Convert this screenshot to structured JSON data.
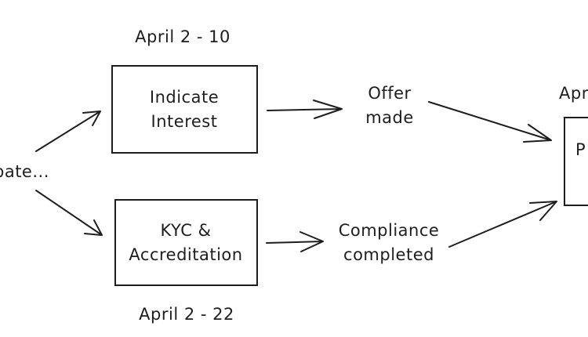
{
  "nodes": {
    "origin_label": "pate...",
    "indicate_interest": {
      "line1": "Indicate",
      "line2": "Interest",
      "date": "April 2 - 10"
    },
    "kyc": {
      "line1": "KYC &",
      "line2": "Accreditation",
      "date": "April 2 - 22"
    },
    "offer_made": {
      "line1": "Offer",
      "line2": "made"
    },
    "compliance_completed": {
      "line1": "Compliance",
      "line2": "completed"
    },
    "right_box": {
      "label": "P",
      "date": "Apr"
    }
  }
}
